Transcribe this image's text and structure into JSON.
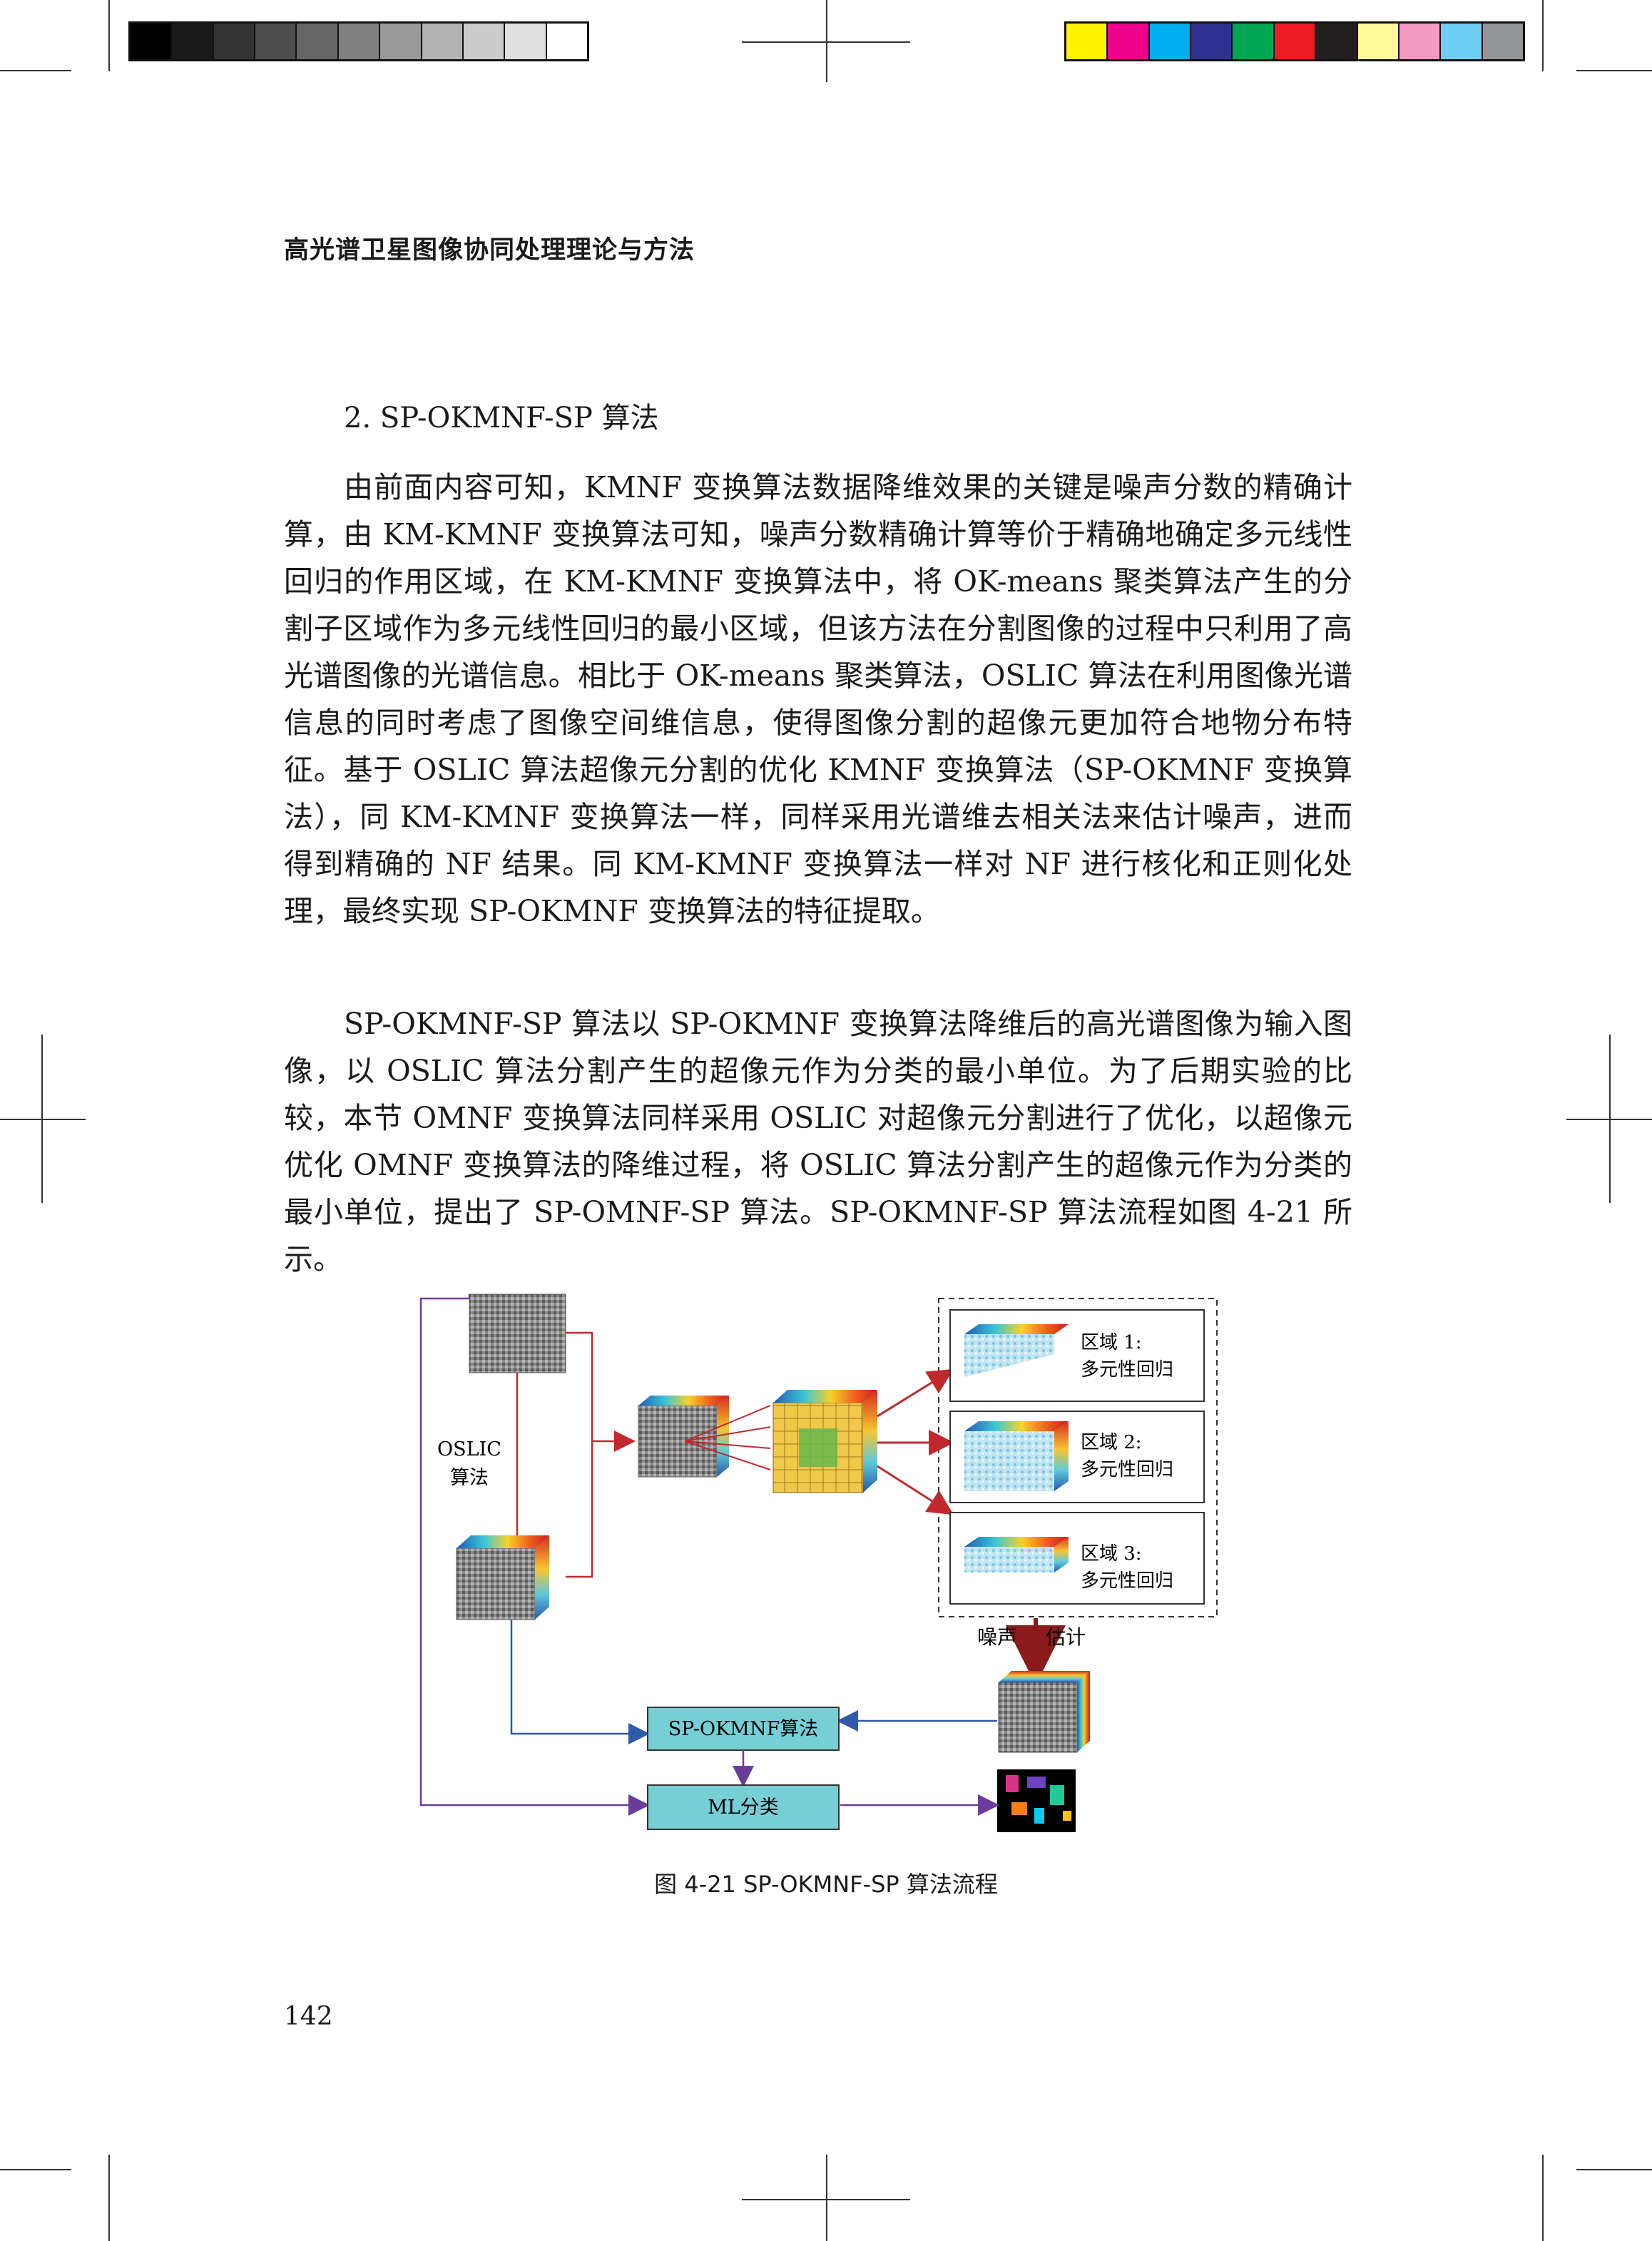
{
  "header": {
    "running_title": "高光谱卫星图像协同处理理论与方法"
  },
  "section": {
    "heading": "2.  SP-OKMNF-SP 算法"
  },
  "paragraphs": [
    "由前面内容可知，KMNF 变换算法数据降维效果的关键是噪声分数的精确计算，由 KM-KMNF 变换算法可知，噪声分数精确计算等价于精确地确定多元线性回归的作用区域，在 KM-KMNF 变换算法中，将 OK-means 聚类算法产生的分割子区域作为多元线性回归的最小区域，但该方法在分割图像的过程中只利用了高光谱图像的光谱信息。相比于 OK-means 聚类算法，OSLIC 算法在利用图像光谱信息的同时考虑了图像空间维信息，使得图像分割的超像元更加符合地物分布特征。基于 OSLIC 算法超像元分割的优化 KMNF 变换算法（SP-OKMNF 变换算法），同 KM-KMNF 变换算法一样，同样采用光谱维去相关法来估计噪声，进而得到精确的 NF 结果。同 KM-KMNF 变换算法一样对 NF 进行核化和正则化处理，最终实现 SP-OKMNF 变换算法的特征提取。",
    "SP-OKMNF-SP 算法以 SP-OKMNF 变换算法降维后的高光谱图像为输入图像，以 OSLIC 算法分割产生的超像元作为分类的最小单位。为了后期实验的比较，本节 OMNF 变换算法同样采用 OSLIC 对超像元分割进行了优化，以超像元优化 OMNF 变换算法的降维过程，将 OSLIC 算法分割产生的超像元作为分类的最小单位，提出了 SP-OMNF-SP 算法。SP-OKMNF-SP 算法流程如图 4-21 所示。"
  ],
  "figure": {
    "oslic_label_1": "OSLIC",
    "oslic_label_2": "算法",
    "region1_line1": "区域 1:",
    "region1_line2": "多元性回归",
    "region2_line1": "区域 2:",
    "region2_line2": "多元性回归",
    "region3_line1": "区域 3:",
    "region3_line2": "多元性回归",
    "noise_label": "噪声",
    "estimate_label": "估计",
    "box_spokmnf": "SP-OKMNF算法",
    "box_ml": "ML分类",
    "caption": "图 4-21    SP-OKMNF-SP 算法流程"
  },
  "page_number": "142",
  "colors": {
    "arrow_red": "#c0282d",
    "arrow_blue": "#2e5aa8",
    "arrow_purple": "#6a3d9a",
    "box_fill": "#77cfd6"
  }
}
